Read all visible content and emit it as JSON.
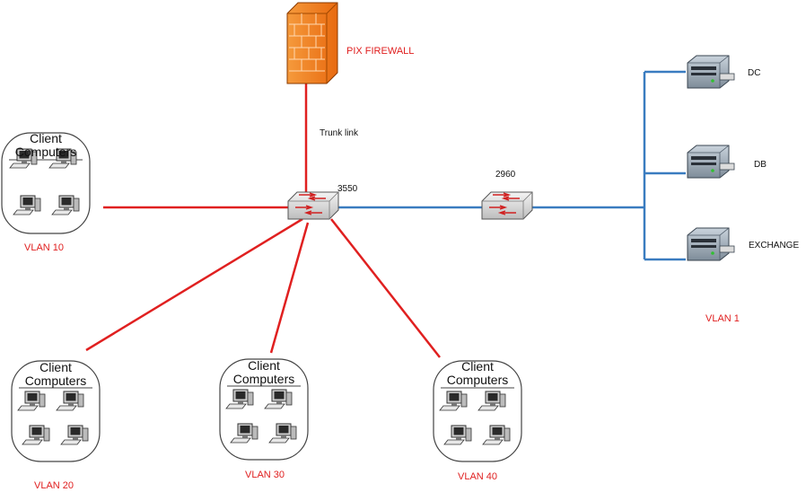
{
  "diagram": {
    "colors": {
      "red_link": "#e02020",
      "blue_link": "#3a7cc0",
      "firewall": "#f07820",
      "label_red": "#e02020"
    },
    "firewall": {
      "label": "PIX FIREWALL",
      "icon": "firewall-icon"
    },
    "trunk_label": "Trunk link",
    "switch_core": {
      "label": "3550",
      "icon": "switch-icon"
    },
    "switch_access": {
      "label": "2960",
      "icon": "switch-icon"
    },
    "clusters": [
      {
        "title": "Client Computers",
        "vlan": "VLAN 10"
      },
      {
        "title": "Client Computers",
        "vlan": "VLAN 20"
      },
      {
        "title": "Client Computers",
        "vlan": "VLAN 30"
      },
      {
        "title": "Client Computers",
        "vlan": "VLAN 40"
      }
    ],
    "servers": [
      {
        "label": "DC",
        "icon": "server-icon"
      },
      {
        "label": "DB",
        "icon": "server-icon"
      },
      {
        "label": "EXCHANGE",
        "icon": "server-icon"
      }
    ],
    "server_vlan": "VLAN 1"
  }
}
